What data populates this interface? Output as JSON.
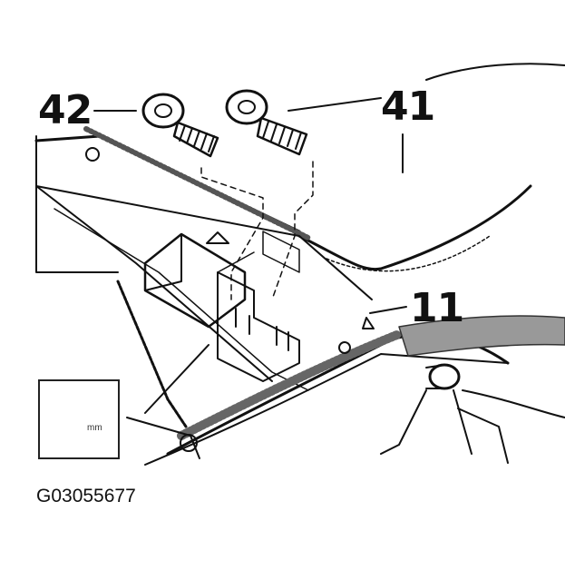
{
  "callouts": {
    "bolt_left": "42",
    "bolt_right": "41",
    "bracket": "11"
  },
  "figure_id": "G03055677",
  "tool": {
    "icon": "wrench-icon",
    "size_label": "mm"
  },
  "colors": {
    "ink": "#111111",
    "background": "#ffffff"
  }
}
